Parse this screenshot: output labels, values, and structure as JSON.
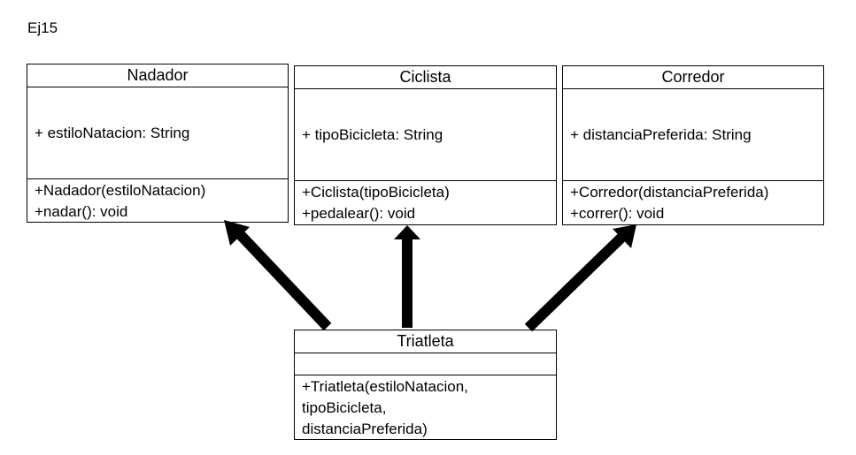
{
  "page_label": "Ej15",
  "classes": {
    "nadador": {
      "name": "Nadador",
      "attributes": [
        "+ estiloNatacion: String"
      ],
      "methods": [
        "+Nadador(estiloNatacion)",
        "+nadar(): void"
      ]
    },
    "ciclista": {
      "name": "Ciclista",
      "attributes": [
        "+ tipoBicicleta: String"
      ],
      "methods": [
        "+Ciclista(tipoBicicleta)",
        "+pedalear(): void"
      ]
    },
    "corredor": {
      "name": "Corredor",
      "attributes": [
        "+ distanciaPreferida: String"
      ],
      "methods": [
        "+Corredor(distanciaPreferida)",
        "+correr(): void"
      ]
    },
    "triatleta": {
      "name": "Triatleta",
      "attributes": [],
      "methods": [
        "+Triatleta(estiloNatacion,",
        "tipoBicicleta,",
        "distanciaPreferida)"
      ]
    }
  },
  "colors": {
    "line": "#000000",
    "background": "#ffffff"
  }
}
